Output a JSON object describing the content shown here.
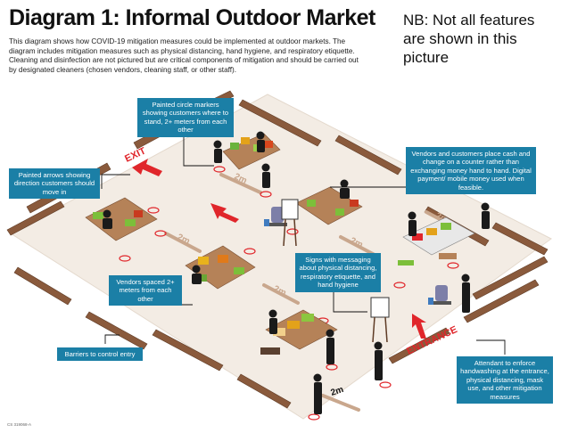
{
  "title": "Diagram 1: Informal Outdoor Market",
  "intro": "This diagram shows how COVID-19 mitigation measures could be implemented at outdoor markets. The diagram includes mitigation measures such as physical distancing, hand hygiene, and respiratory etiquette. Cleaning and disinfection are not pictured but are critical components of mitigation and should be carried out by designated cleaners (chosen vendors, cleaning staff, or other staff).",
  "note": "NB: Not all features are shown in this picture",
  "labels": {
    "exit": "EXIT",
    "entrance": "ENTRANCE",
    "distance": "2m"
  },
  "callouts": {
    "circle_markers": "Painted circle markers showing customers where to stand, 2+ meters from each other",
    "arrows": "Painted arrows showing direction customers should move in",
    "counter": "Vendors and customers place cash and change on a counter rather than exchanging money hand to hand. Digital payment/ mobile money used when feasible.",
    "vendors_spaced": "Vendors spaced 2+ meters from each other",
    "signs": "Signs with messaging about physical distancing, respiratory etiquette, and hand hygiene",
    "barriers": "Barriers to control entry",
    "attendant": "Attendant to enforce handwashing at the entrance, physical distancing, mask use, and other mitigation measures"
  },
  "footer_id": "CS 319068-A",
  "colors": {
    "callout": "#1b7fa6",
    "ground": "#f3ece4",
    "barrier": "#8a5a3c",
    "arrow": "#e0262b",
    "distance_mark": "#c9a78d"
  }
}
